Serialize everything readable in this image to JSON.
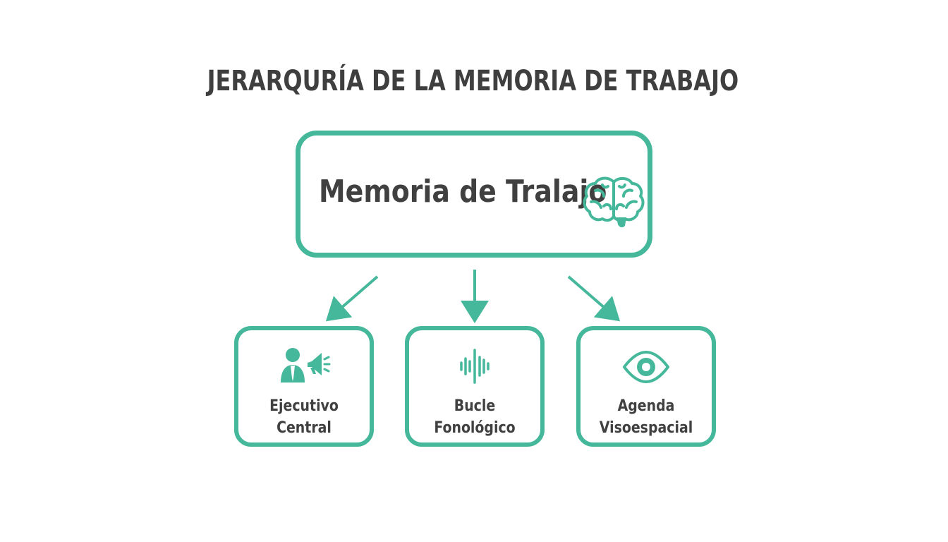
{
  "title": "JERARQURÍA DE LA MEMORIA DE TRABAJO",
  "root": {
    "label": "Memoria de Tralajo",
    "icon": "brain-icon"
  },
  "children": [
    {
      "line1": "Ejecutivo",
      "line2": "Central",
      "icon": "speaker-megaphone-icon"
    },
    {
      "line1": "Bucle",
      "line2": "Fonológico",
      "icon": "sound-wave-icon"
    },
    {
      "line1": "Agenda",
      "line2": "Visoespacial",
      "icon": "eye-icon"
    }
  ],
  "colors": {
    "accent": "#45b79a",
    "text": "#404040",
    "background": "#ffffff"
  }
}
